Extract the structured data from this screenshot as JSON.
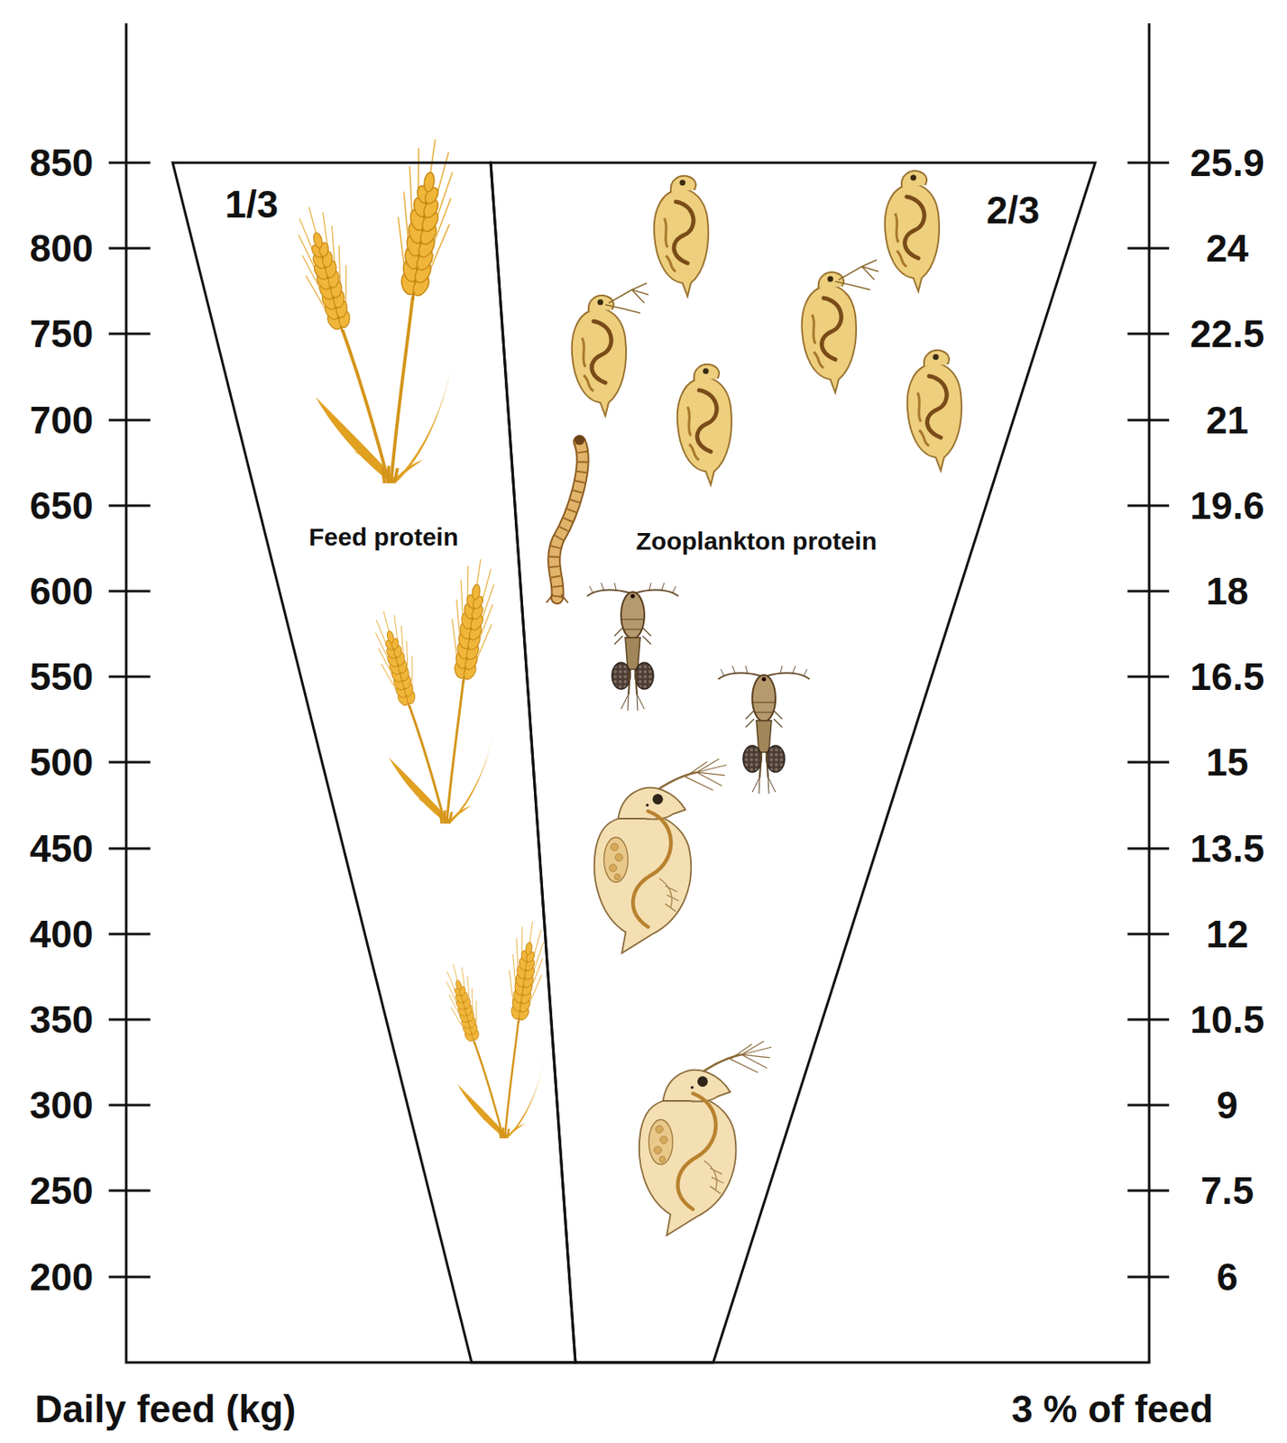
{
  "diagram": {
    "nodes": [
      {
        "text": [
          "1/3",
          "Feed protein"
        ]
      },
      {
        "text": [
          "2/3",
          "Zooplankton protein"
        ]
      }
    ],
    "labels": [
      "850",
      "800",
      "750",
      "700",
      "650",
      "600",
      "550",
      "500",
      "450",
      "400",
      "350",
      "300",
      "250",
      "200",
      "25.9",
      "24",
      "22.5",
      "21",
      "19.6",
      "18",
      "16.5",
      "15",
      "13.5",
      "12",
      "10.5",
      "9",
      "7.5",
      "6",
      "Daily feed (kg)",
      "3 % of feed"
    ]
  }
}
